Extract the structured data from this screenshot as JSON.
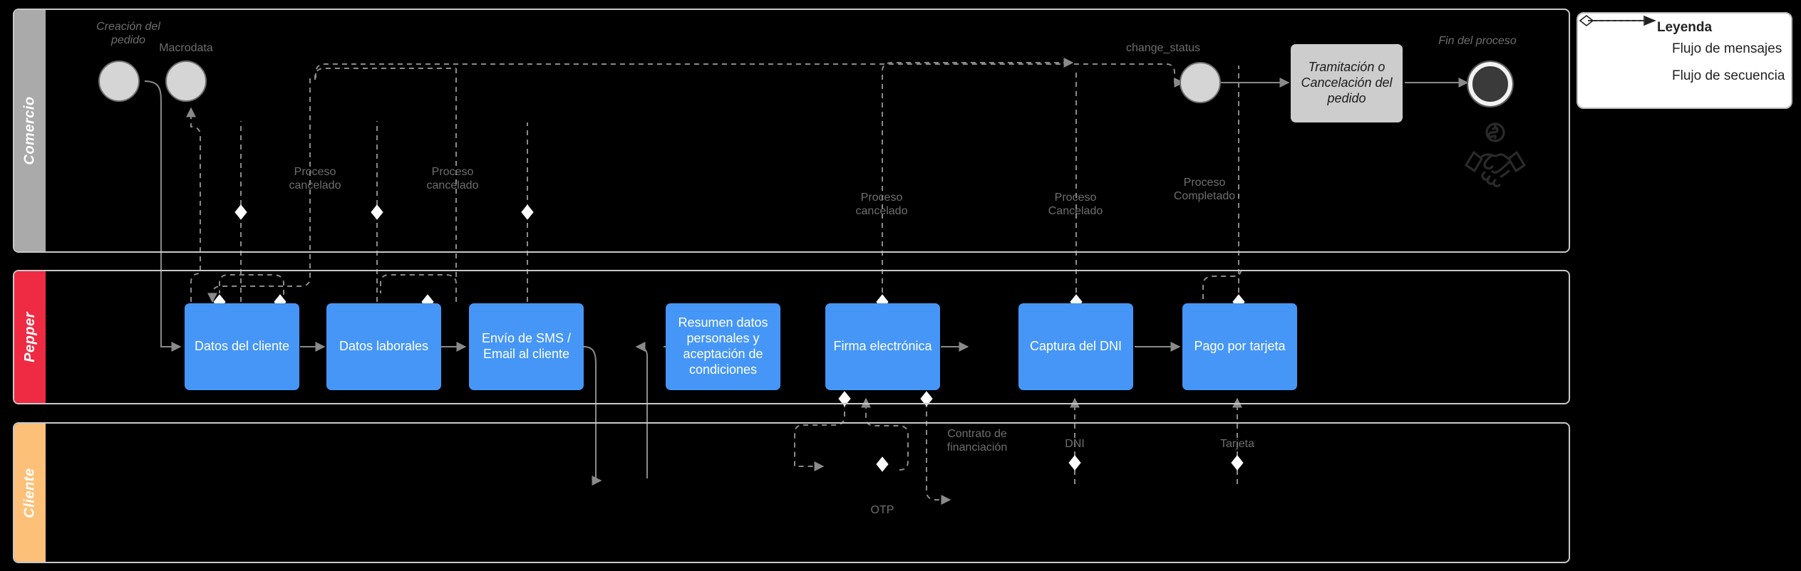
{
  "diagram": {
    "type": "bpmn-collaboration",
    "colors": {
      "task_blue": "#4596f7",
      "task_grey": "#cdcdcd",
      "lane_comercio": "#aaaaaa",
      "lane_pepper": "#ee2b42",
      "lane_cliente": "#fcc078",
      "connector": "#8a8a8a",
      "label_text": "#6e6e6e",
      "background": "#000000"
    }
  },
  "lanes": [
    {
      "id": "comercio",
      "label": "Comercio",
      "color": "#aaaaaa"
    },
    {
      "id": "pepper",
      "label": "Pepper",
      "color": "#ee2b42"
    },
    {
      "id": "cliente",
      "label": "Cliente",
      "color": "#fcc078"
    }
  ],
  "comercio": {
    "events": [
      {
        "name": "creacion-pedido",
        "label": "Creación del pedido",
        "kind": "start"
      },
      {
        "name": "macrodata",
        "label": "Macrodata",
        "kind": "start"
      },
      {
        "name": "change-status",
        "label": "change_status",
        "kind": "start"
      },
      {
        "name": "fin-proceso",
        "label": "Fin del proceso",
        "kind": "end"
      }
    ],
    "task": {
      "name": "tramitacion",
      "label": "Tramitación o Cancelación del pedido"
    },
    "icon": {
      "name": "handshake-icon",
      "label": "handshake-with-coin"
    },
    "message_labels": [
      "Proceso cancelado",
      "Proceso cancelado",
      "Proceso cancelado",
      "Proceso Cancelado",
      "Proceso Completado"
    ]
  },
  "pepper": {
    "tasks": [
      {
        "name": "datos-del-cliente",
        "label": "Datos del cliente"
      },
      {
        "name": "datos-laborales",
        "label": "Datos laborales"
      },
      {
        "name": "envio-sms-email",
        "label": "Envío de SMS / Email al cliente"
      },
      {
        "name": "resumen-datos",
        "label": "Resumen datos personales y aceptación de condiciones"
      },
      {
        "name": "firma-electronica",
        "label": "Firma electrónica"
      },
      {
        "name": "captura-dni",
        "label": "Captura del DNI"
      },
      {
        "name": "pago-por-tarjeta",
        "label": "Pago por tarjeta"
      }
    ]
  },
  "cliente": {
    "message_labels": [
      {
        "name": "otp-label",
        "label": "OTP"
      },
      {
        "name": "contrato-label",
        "label": "Contrato de financiación"
      },
      {
        "name": "dni-label",
        "label": "DNI"
      },
      {
        "name": "tarjeta-label",
        "label": "Tarjeta"
      }
    ]
  },
  "legend": {
    "title": "Leyenda",
    "items": [
      {
        "name": "message-flow",
        "label": "Flujo de mensajes",
        "style": "dashed-open-arrow-diamond"
      },
      {
        "name": "sequence-flow",
        "label": "Flujo de secuencia",
        "style": "solid-filled-arrow"
      }
    ]
  }
}
